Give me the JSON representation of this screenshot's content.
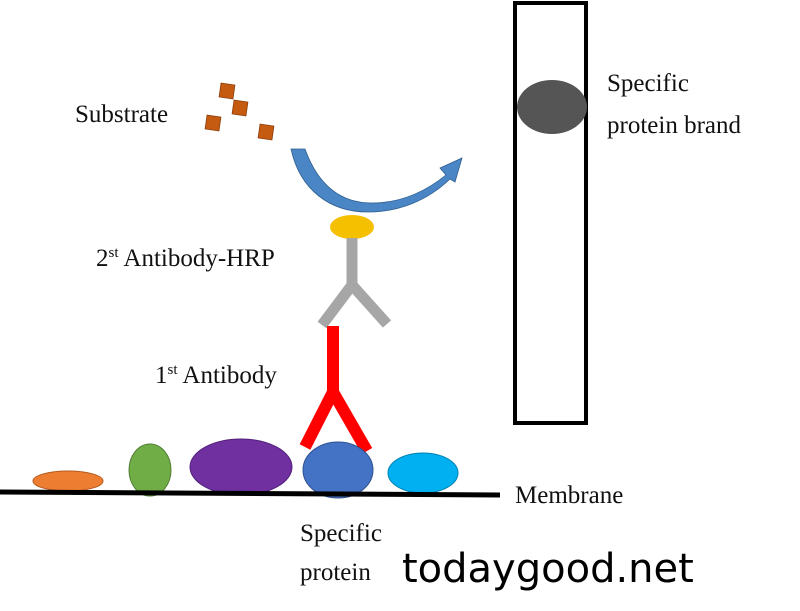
{
  "labels": {
    "substrate": "Substrate",
    "secondary_antibody_num": "2",
    "secondary_antibody_sup": "st",
    "secondary_antibody_text": " Antibody-HRP",
    "primary_antibody_num": "1",
    "primary_antibody_sup": "st",
    "primary_antibody_text": " Antibody",
    "membrane": "Membrane",
    "specific_protein_line1": "Specific",
    "specific_protein_line2": "protein",
    "band_line1": "Specific",
    "band_line2": "protein brand"
  },
  "watermark": "todaygood.net",
  "colors": {
    "substrate": "#c55a11",
    "arrow": "#4a86c5",
    "hrp": "#f5c000",
    "secondary_antibody": "#a6a6a6",
    "primary_antibody": "#ff0000",
    "protein_orange": "#ed7d31",
    "protein_green": "#70ad47",
    "protein_purple": "#7030a0",
    "protein_target": "#4472c4",
    "protein_cyan": "#00b0f0",
    "band": "#555555"
  }
}
